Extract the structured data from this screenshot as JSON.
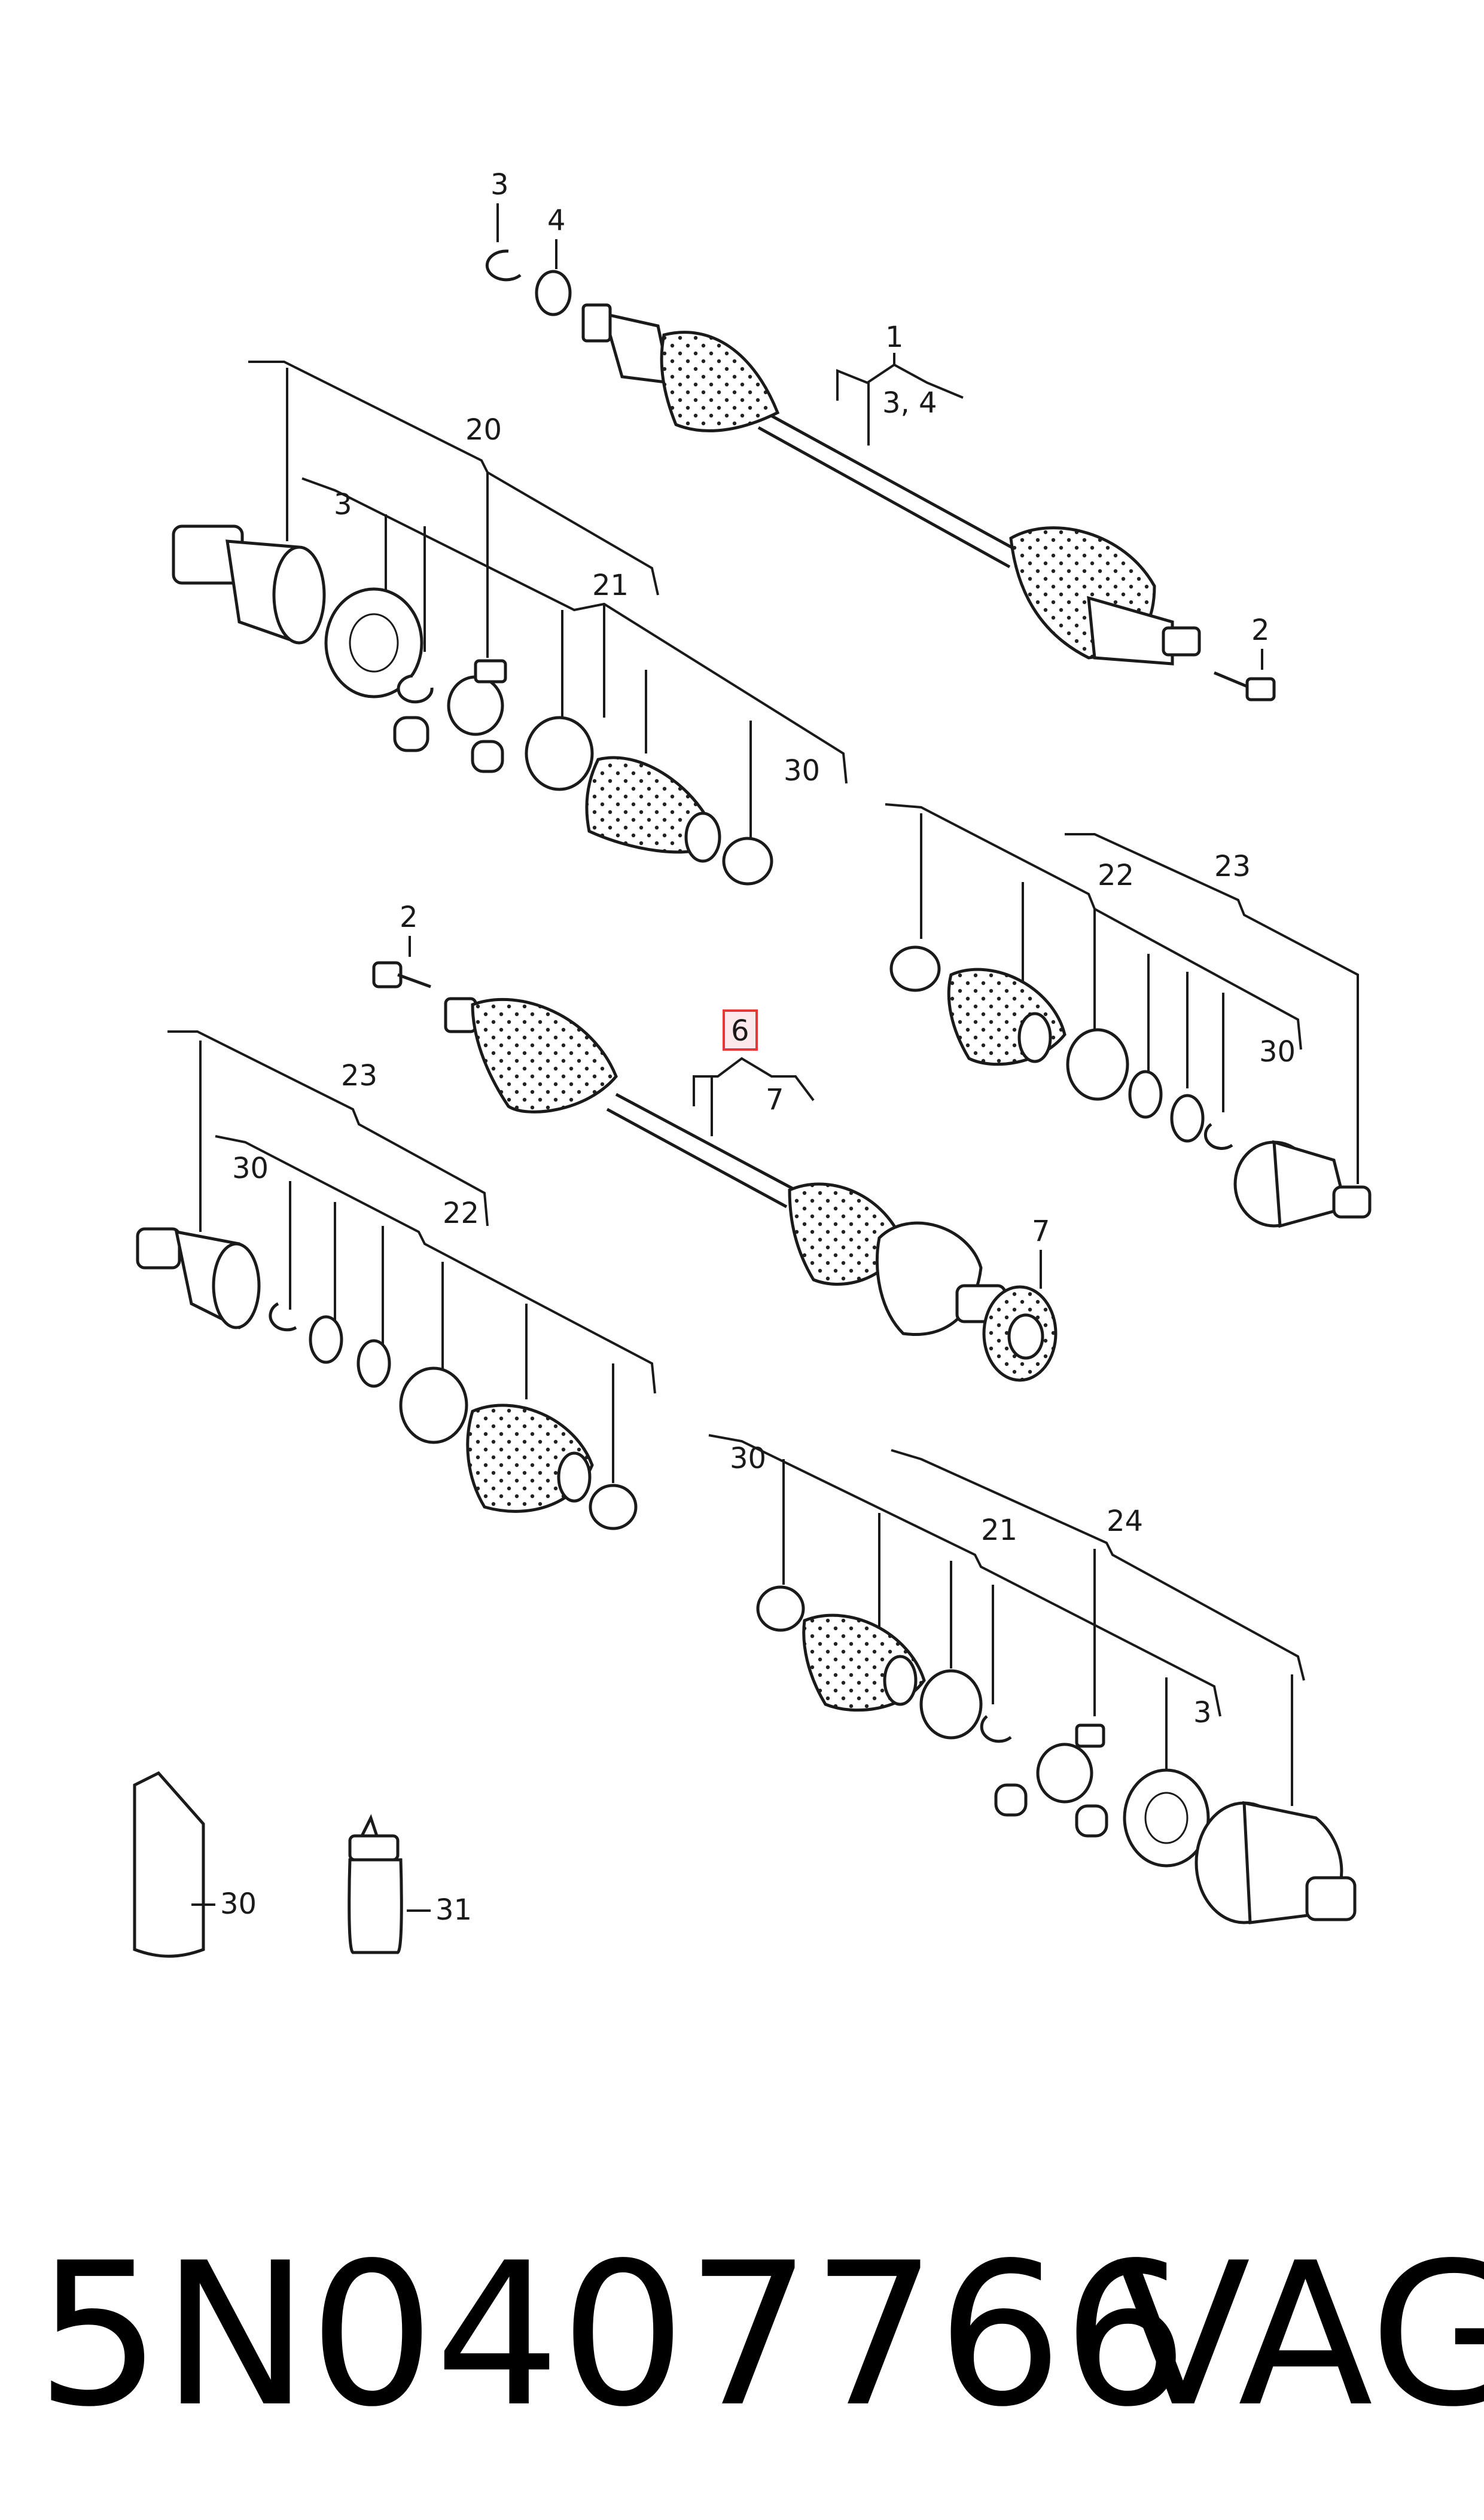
{
  "footer": {
    "part_number": "5N0407766",
    "brand": "VAG"
  },
  "highlight_color": "#e53935",
  "labels": {
    "a1": "1",
    "a2": "3, 4",
    "a3": "3",
    "a4": "4",
    "a5": "2",
    "b1": "20",
    "b2": "3",
    "b3": "21",
    "b4": "30",
    "c1": "22",
    "c2": "23",
    "c3": "30",
    "d1": "2",
    "d2": "6",
    "d3": "7",
    "d4": "7",
    "e1": "23",
    "e2": "30",
    "e3": "22",
    "f1": "30",
    "f2": "21",
    "f3": "24",
    "f4": "3",
    "g1": "30",
    "g2": "31"
  }
}
